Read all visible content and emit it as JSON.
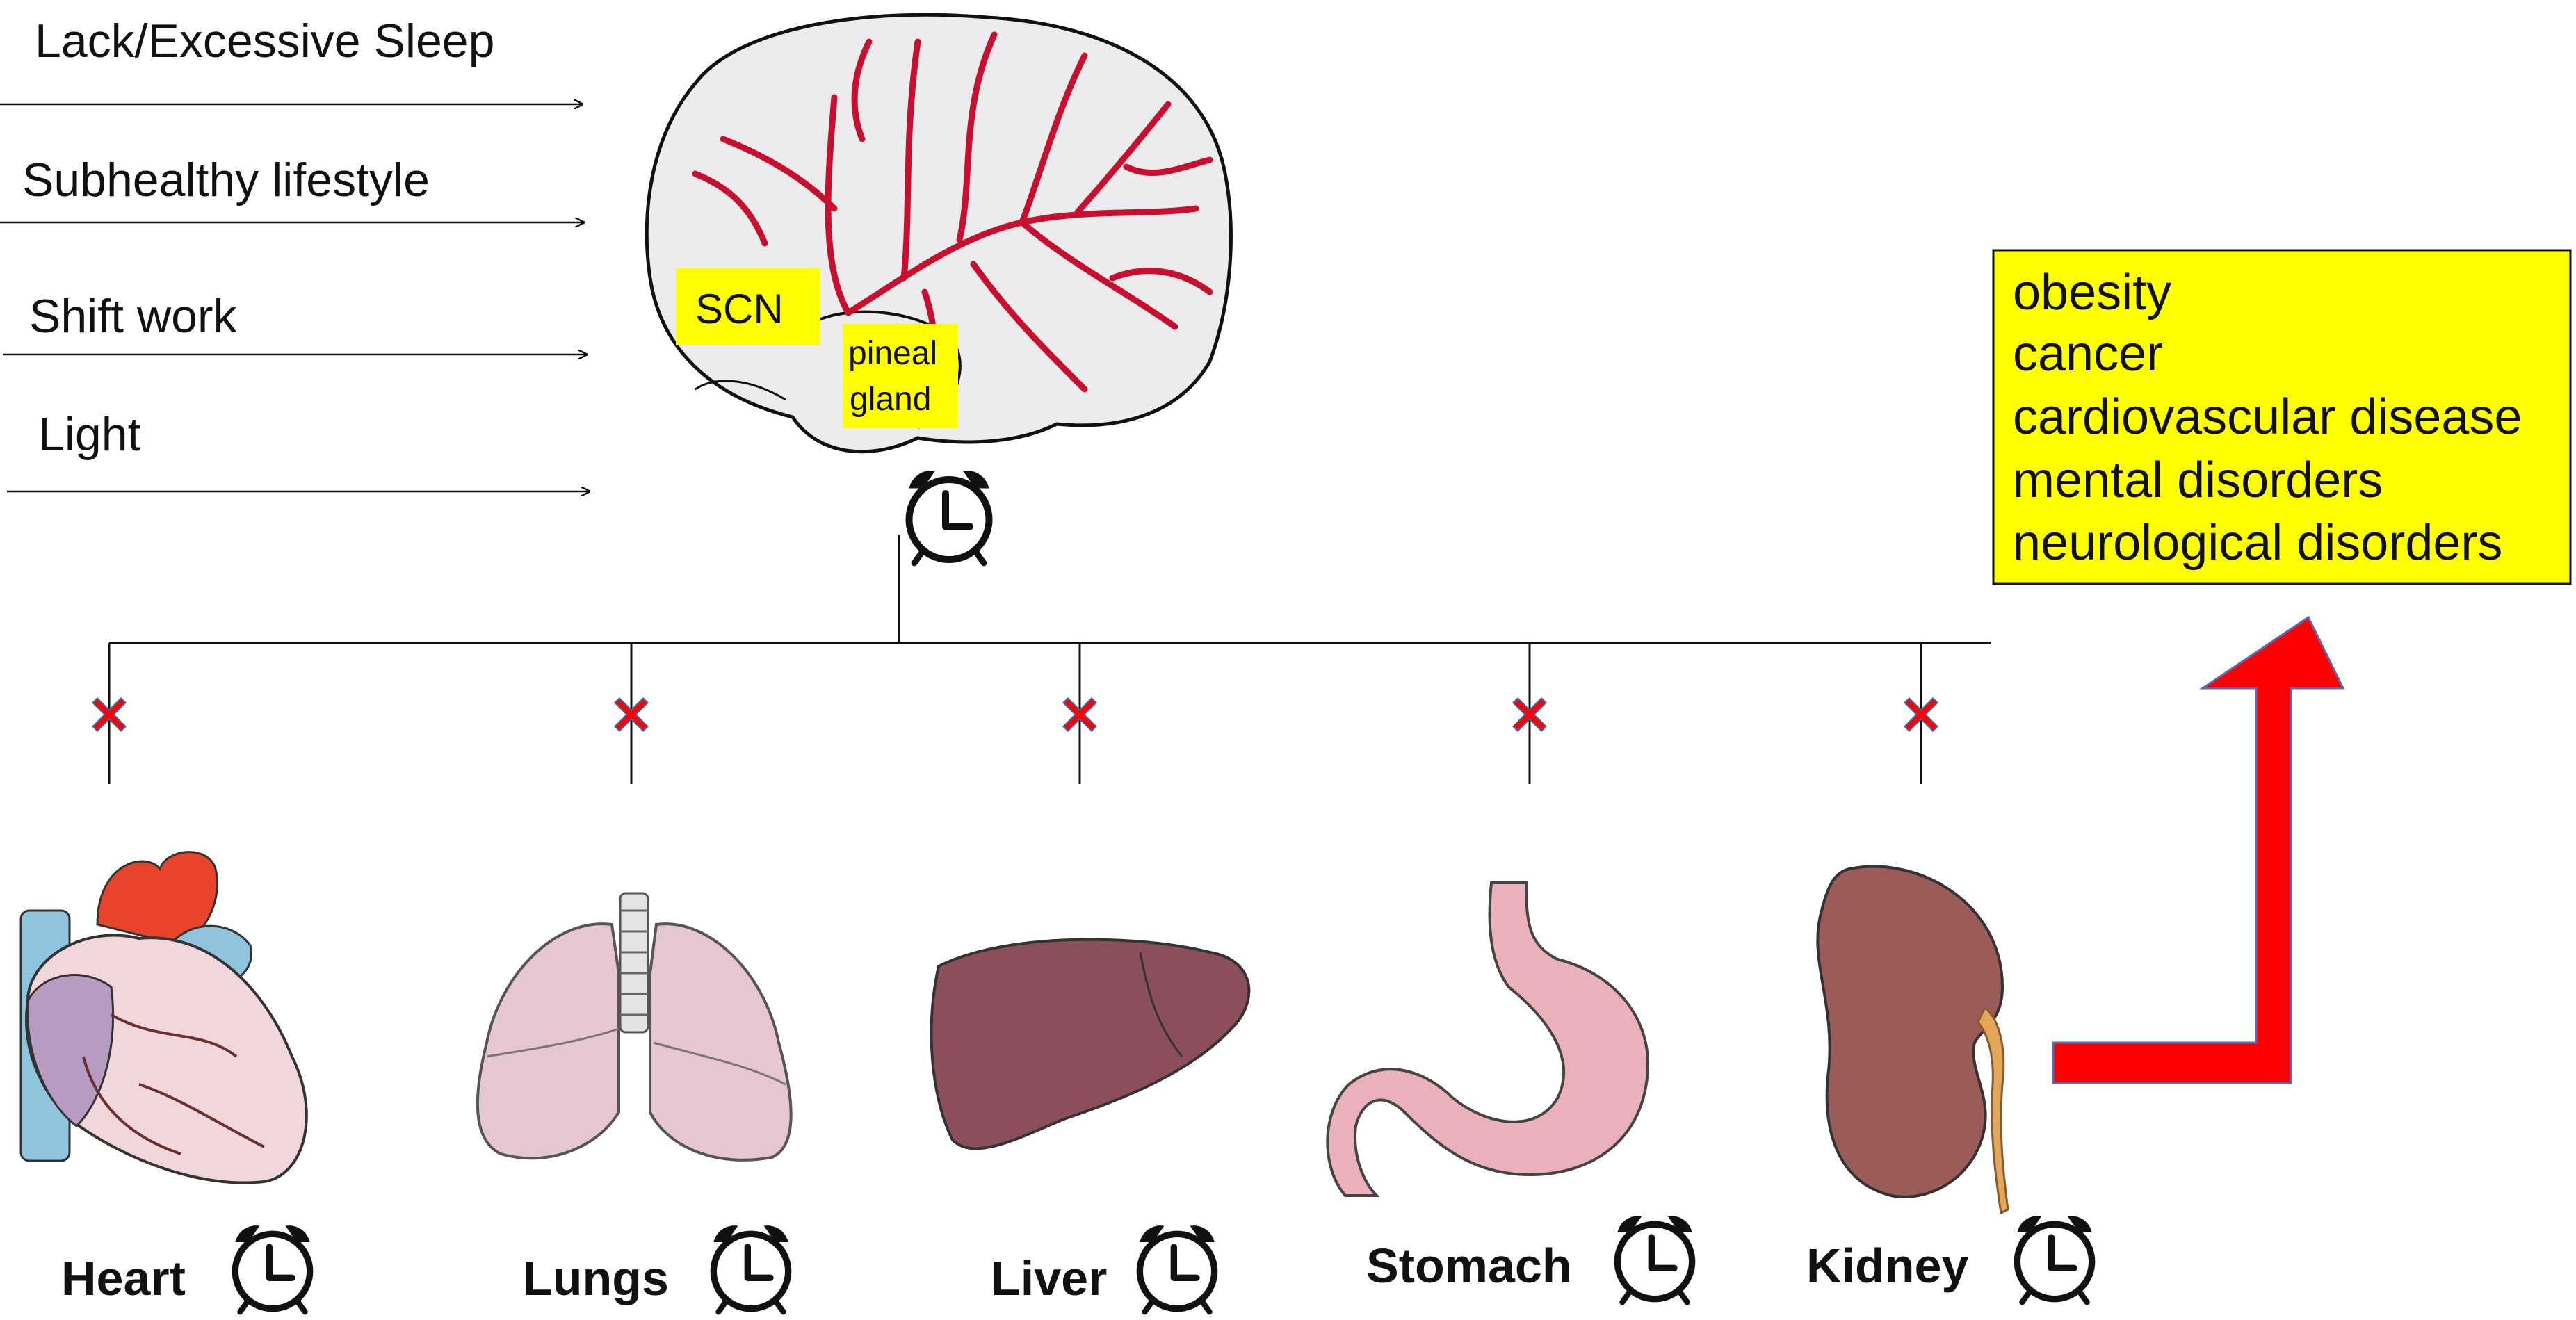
{
  "risk_factors": [
    {
      "label": "Lack/Excessive Sleep"
    },
    {
      "label": "Subhealthy lifestyle"
    },
    {
      "label": "Shift work"
    },
    {
      "label": "Light"
    }
  ],
  "brain": {
    "scn_label": "SCN",
    "pineal_line1": "pineal",
    "pineal_line2": "gland"
  },
  "organs": [
    {
      "label": "Heart"
    },
    {
      "label": "Lungs"
    },
    {
      "label": "Liver"
    },
    {
      "label": "Stomach"
    },
    {
      "label": "Kidney"
    }
  ],
  "outcomes": [
    "obesity",
    "cancer",
    "cardiovascular disease",
    "mental disorders",
    "neurological disorders"
  ],
  "colors": {
    "highlight": "#ffff00",
    "arrow": "#ff0000",
    "cross": "#ff0000",
    "vessel": "#c8102e",
    "brain": "#ececef",
    "heart_red": "#e8442b",
    "heart_blue": "#8fc3de",
    "heart_pink": "#f1d6dc",
    "lung": "#e6c6cf",
    "liver": "#8a4f5a",
    "stomach": "#ebb1bb",
    "kidney": "#9b5b58",
    "ureter": "#e2a75b"
  },
  "icons": {
    "clock": "alarm-clock-icon",
    "cross": "cross-icon"
  }
}
